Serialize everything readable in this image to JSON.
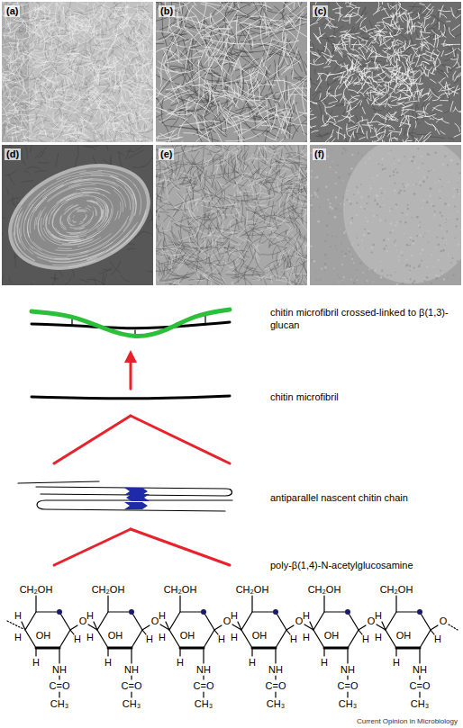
{
  "diagram": {
    "nodes": [
      {
        "text": [
          "(a)"
        ]
      },
      {
        "text": [
          "(b)"
        ]
      },
      {
        "text": [
          "(c)"
        ]
      },
      {
        "text": [
          "(d)"
        ]
      },
      {
        "text": [
          "(e)"
        ]
      },
      {
        "text": [
          "(f)"
        ]
      }
    ],
    "labels": [
      "chitin microfibril crossed-linked to β(1,3)-glucan",
      "chitin microfibril",
      "antiparallel nascent chitin chain",
      "poly-β(1,4)-N-acetylglucosamine",
      "CH₂OH",
      "H",
      "H",
      "OH",
      "H",
      "H",
      "O",
      "NH",
      "C=O",
      "CH₃",
      "CH₂OH",
      "H",
      "H",
      "OH",
      "H",
      "H",
      "O",
      "NH",
      "C=O",
      "CH₃",
      "CH₂OH",
      "H",
      "H",
      "OH",
      "H",
      "H",
      "O",
      "NH",
      "C=O",
      "CH₃",
      "CH₂OH",
      "H",
      "H",
      "OH",
      "H",
      "H",
      "O",
      "NH",
      "C=O",
      "CH₃",
      "CH₂OH",
      "H",
      "H",
      "OH",
      "H",
      "H",
      "O",
      "NH",
      "C=O",
      "CH₃",
      "CH₂OH",
      "H",
      "H",
      "OH",
      "H",
      "H",
      "O",
      "NH",
      "C=O",
      "CH₃",
      "Current Opinion in Microbiology"
    ]
  }
}
